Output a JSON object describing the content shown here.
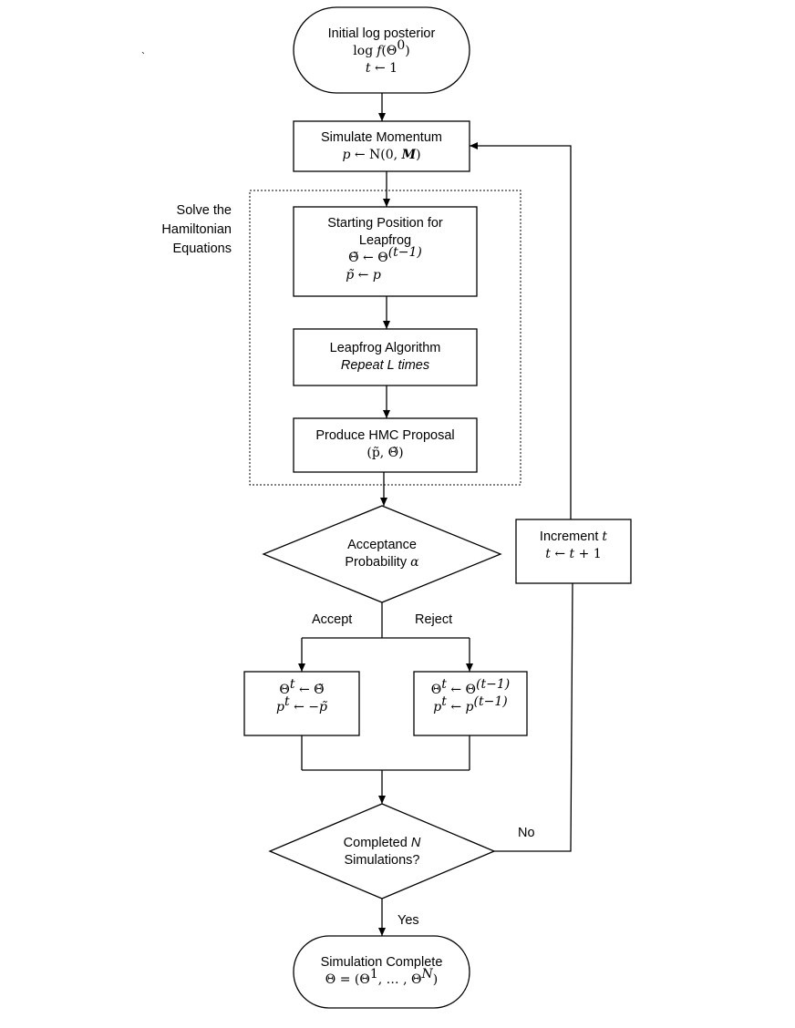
{
  "stray_mark": "`",
  "side_label": [
    "Solve the",
    "Hamiltonian",
    "Equations"
  ],
  "nodes": {
    "initial": {
      "title": "Initial log posterior",
      "l2_a": "log",
      "l2_b": "f",
      "l2_c": "(Θ",
      "l2_sup": "0",
      "l2_d": ")",
      "l3_a": "t",
      "l3_b": " ← 1"
    },
    "momentum": {
      "title": "Simulate Momentum",
      "l2_a": "p",
      "l2_b": " ← N",
      "l2_c": "(0, ",
      "l2_d": "M",
      "l2_e": ")"
    },
    "start": {
      "line1": "Starting Position for",
      "line2": "Leapfrog",
      "l3_a": "Θ̃",
      "l3_b": " ← Θ",
      "l3_sup": "(t−1)",
      "l4_a": "p̃",
      "l4_b": " ← ",
      "l4_c": "p"
    },
    "leapfrog": {
      "title": "Leapfrog Algorithm",
      "subtitle": "Repeat L times"
    },
    "proposal": {
      "title": "Produce HMC Proposal",
      "formula": "(p̃, Θ̃)"
    },
    "acceptance": {
      "line1": "Acceptance",
      "line2_a": "Probability ",
      "line2_b": "α"
    },
    "accept_box": {
      "l1_a": "Θ",
      "l1_sup": "t",
      "l1_b": " ← Θ̃",
      "l2_a": "p",
      "l2_sup": "t",
      "l2_b": " ← −",
      "l2_c": "p̃"
    },
    "reject_box": {
      "l1_a": "Θ",
      "l1_sup": "t",
      "l1_b": " ← Θ",
      "l1_sup2": "(t−1)",
      "l2_a": "p",
      "l2_sup": "t",
      "l2_b": " ← ",
      "l2_c": "p",
      "l2_sup2": "(t−1)"
    },
    "increment": {
      "title_a": "Increment ",
      "title_b": "t",
      "l2_a": "t",
      "l2_b": " ← ",
      "l2_c": "t",
      "l2_d": " + 1"
    },
    "completed": {
      "line1_a": "Completed ",
      "line1_b": "N",
      "line2": "Simulations?"
    },
    "complete": {
      "title": "Simulation Complete",
      "f_a": "Θ = (Θ",
      "f_sup1": "1",
      "f_b": ", … , Θ",
      "f_sup2": "N",
      "f_c": ")"
    }
  },
  "edge_labels": {
    "accept": "Accept",
    "reject": "Reject",
    "no": "No",
    "yes": "Yes"
  }
}
